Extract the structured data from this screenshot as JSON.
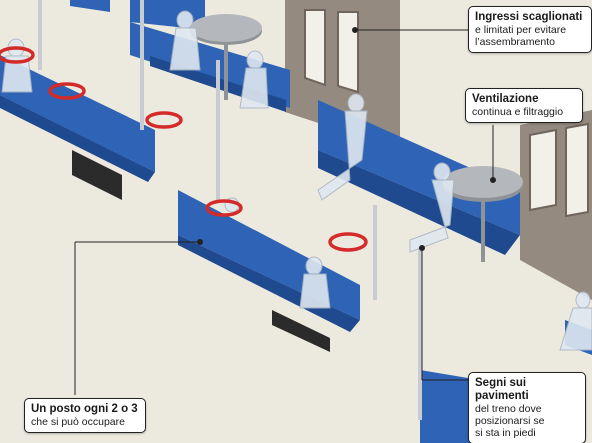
{
  "callouts": {
    "entry": {
      "title": "Ingressi scaglionati",
      "desc_line1": "e limitati per evitare",
      "desc_line2": "l’assembramento"
    },
    "ventilation": {
      "title": "Ventilazione",
      "desc": "continua e filtraggio"
    },
    "seat": {
      "title": "Un posto ogni 2 o 3",
      "desc": "che si può occupare"
    },
    "floor": {
      "title": "Segni sui pavimenti",
      "desc_line1": "del treno dove",
      "desc_line2": "posizionarsi se",
      "desc_line3": "si sta in piedi"
    }
  },
  "colors": {
    "floor": "#eceadf",
    "seat_blue": "#2f63b5",
    "seat_blue_dark": "#1f4a8f",
    "floor_marker": "#d42a2a",
    "door_panel": "#9b8f86",
    "pole": "#c8ccd2",
    "table": "#8f9297",
    "passenger": "#dfe7f0",
    "leader_line": "#222222"
  }
}
